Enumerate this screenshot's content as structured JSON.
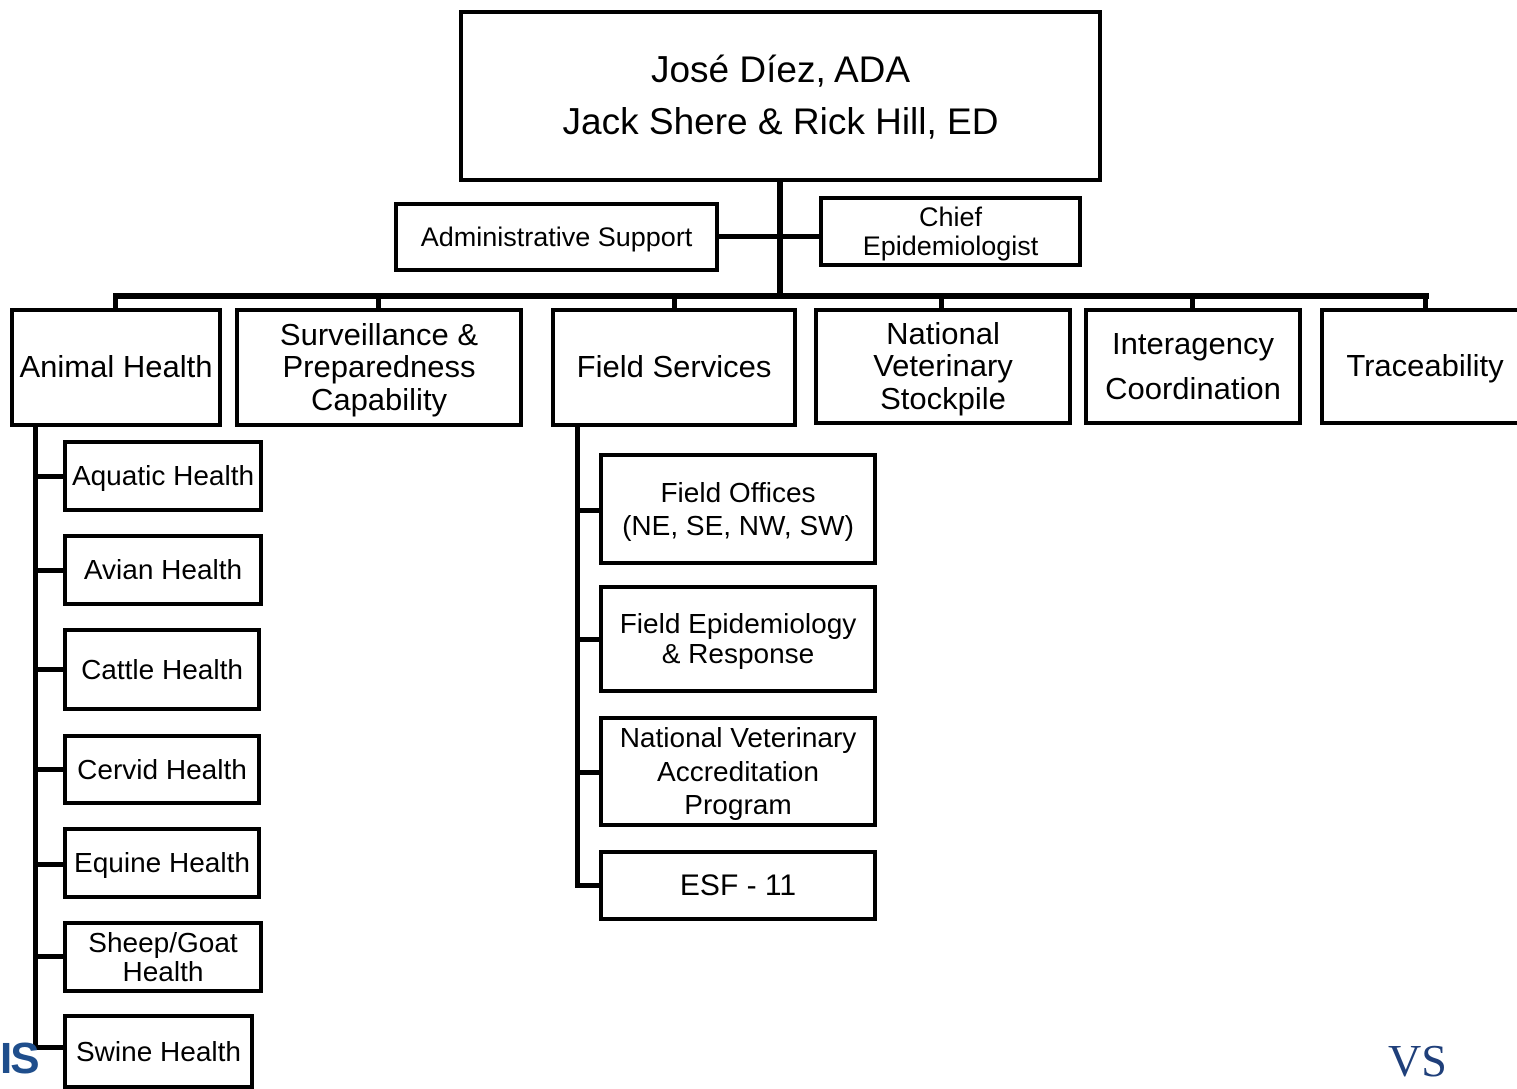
{
  "top": {
    "line1": "José Díez, ADA",
    "line2": "Jack Shere & Rick Hill, ED"
  },
  "staff": {
    "admin": "Administrative Support",
    "chief": "Chief\nEpidemiologist"
  },
  "units": {
    "animal_health": "Animal Health",
    "surveillance": "Surveillance &\nPreparedness\nCapability",
    "field_services": "Field Services",
    "stockpile": "National\nVeterinary\nStockpile",
    "interagency": "Interagency\nCoordination",
    "traceability": "Traceability"
  },
  "animal_health_units": [
    "Aquatic Health",
    "Avian Health",
    "Cattle Health",
    "Cervid Health",
    "Equine Health",
    "Sheep/Goat\nHealth",
    "Swine Health"
  ],
  "field_services_units": [
    "Field Offices\n(NE, SE, NW, SW)",
    "Field Epidemiology\n& Response",
    "National Veterinary\nAccreditation\nProgram",
    "ESF - 11"
  ],
  "logos": {
    "left": "IS",
    "right": "VS"
  }
}
